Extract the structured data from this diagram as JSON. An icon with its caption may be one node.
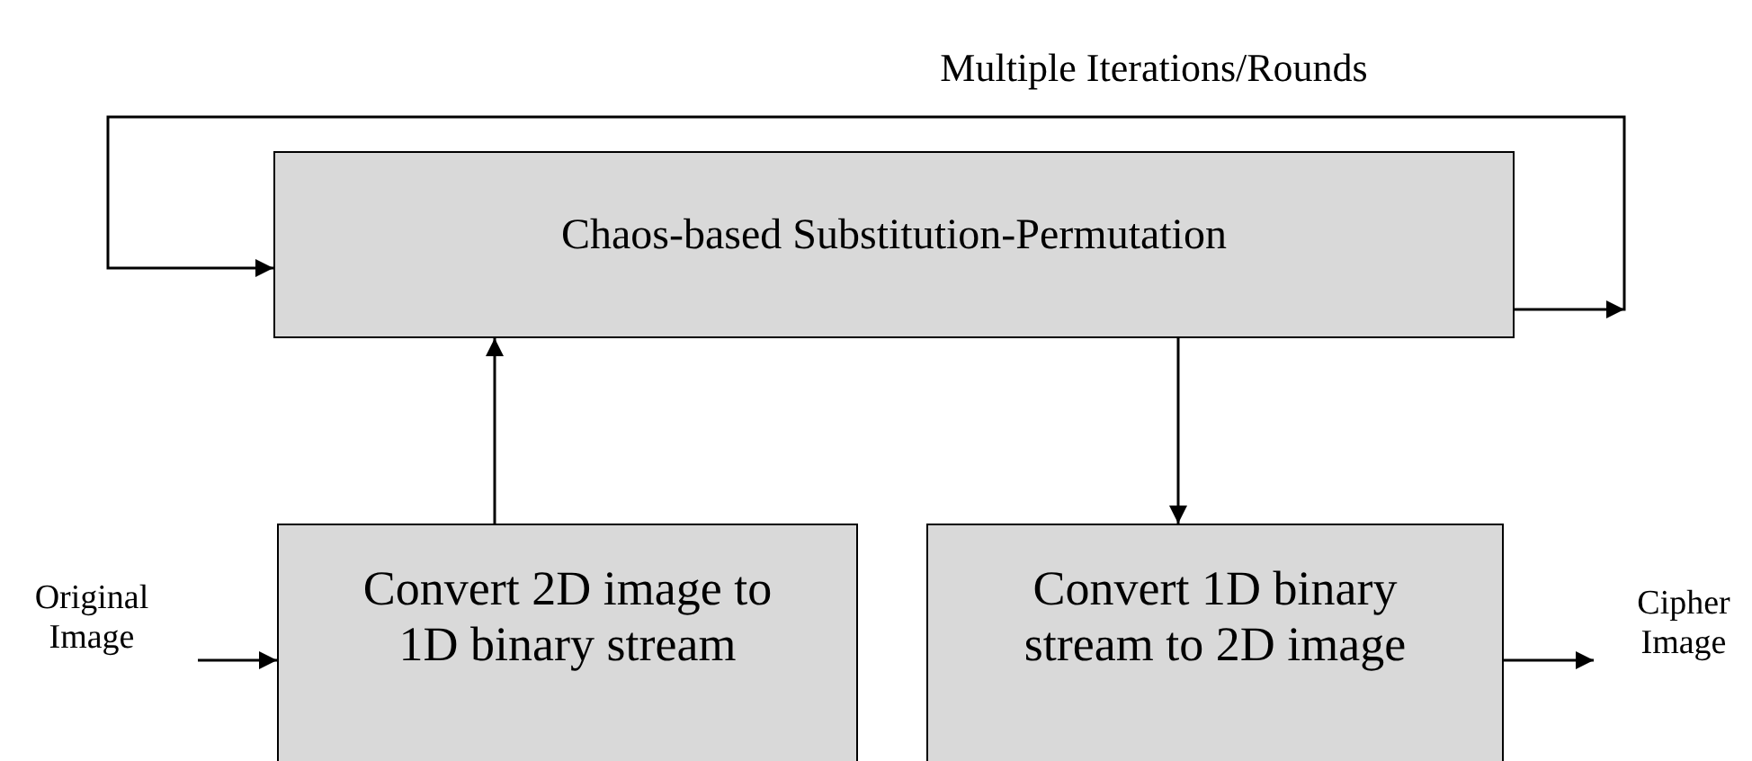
{
  "diagram": {
    "nodes": [
      {
        "text": [
          "Chaos-based Substitution-Permutation"
        ]
      },
      {
        "text": [
          "Convert 2D image to 1D binary stream"
        ]
      },
      {
        "text": [
          "Convert 1D binary stream to 2D image"
        ]
      },
      {
        "text": [
          "Original Image"
        ]
      },
      {
        "text": [
          "Cipher Image"
        ]
      }
    ],
    "edges": [
      {
        "from": 0,
        "to": 0,
        "arrow": "to",
        "label": "Multiple Iterations/Rounds"
      },
      {
        "from": 3,
        "to": 1,
        "arrow": "to"
      },
      {
        "from": 1,
        "to": 0,
        "arrow": "to"
      },
      {
        "from": 0,
        "to": 2,
        "arrow": "to"
      },
      {
        "from": 2,
        "to": 4,
        "arrow": "to"
      }
    ]
  }
}
